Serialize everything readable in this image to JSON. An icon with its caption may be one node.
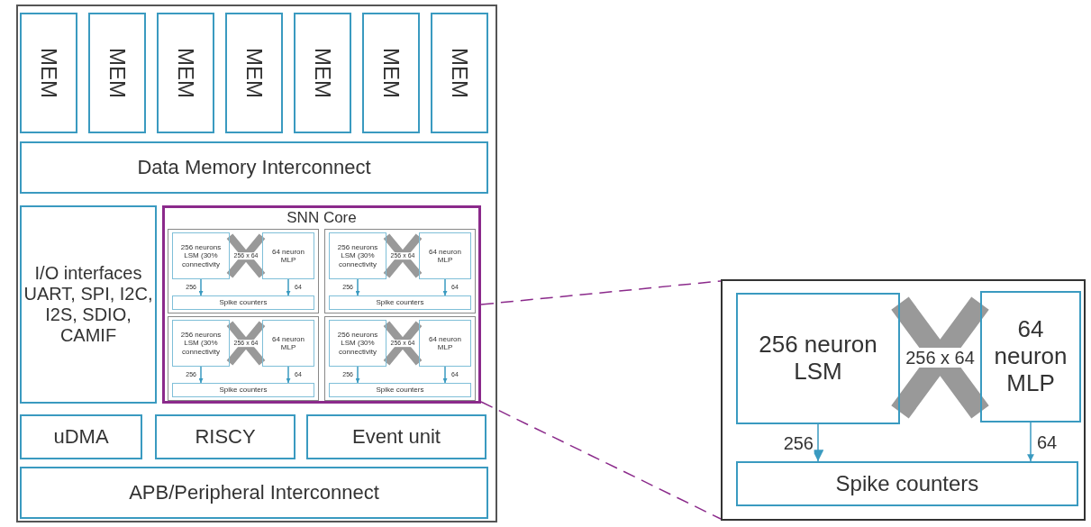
{
  "diagram": {
    "nodes": [
      {
        "text": [],
        "shape": "box"
      },
      {
        "text": [
          "MEM"
        ],
        "in": 0
      },
      {
        "text": [
          "MEM"
        ],
        "in": 0
      },
      {
        "text": [
          "MEM"
        ],
        "in": 0
      },
      {
        "text": [
          "MEM"
        ],
        "in": 0
      },
      {
        "text": [
          "MEM"
        ],
        "in": 0
      },
      {
        "text": [
          "MEM"
        ],
        "in": 0
      },
      {
        "text": [
          "MEM"
        ],
        "in": 0
      },
      {
        "text": [
          "Data Memory Interconnect"
        ],
        "in": 0
      },
      {
        "text": [
          "I/O interfaces UART, SPI, I2C, I2S, SDIO, CAMIF"
        ],
        "in": 0
      },
      {
        "text": [
          "SNN Core"
        ],
        "in": 0
      },
      {
        "text": [],
        "shape": "box",
        "in": 10
      },
      {
        "text": [
          "256 neurons LSM (30% connectivity"
        ],
        "in": 11
      },
      {
        "text": [
          "64 neuron MLP"
        ],
        "in": 11
      },
      {
        "text": [
          "Spike counters"
        ],
        "in": 11
      },
      {
        "text": [],
        "shape": "box",
        "in": 10
      },
      {
        "text": [
          "256 neurons LSM (30% connectivity"
        ],
        "in": 15
      },
      {
        "text": [
          "64 neuron MLP"
        ],
        "in": 15
      },
      {
        "text": [
          "Spike counters"
        ],
        "in": 15
      },
      {
        "text": [],
        "shape": "box",
        "in": 10
      },
      {
        "text": [
          "256 neurons LSM (30% connectivity"
        ],
        "in": 19
      },
      {
        "text": [
          "64 neuron MLP"
        ],
        "in": 19
      },
      {
        "text": [
          "Spike counters"
        ],
        "in": 19
      },
      {
        "text": [],
        "shape": "box",
        "in": 10
      },
      {
        "text": [
          "256 neurons LSM (30% connectivity"
        ],
        "in": 23
      },
      {
        "text": [
          "64 neuron MLP"
        ],
        "in": 23
      },
      {
        "text": [
          "Spike counters"
        ],
        "in": 23
      },
      {
        "text": [
          "uDMA"
        ],
        "in": 0
      },
      {
        "text": [
          "RISCY"
        ],
        "in": 0
      },
      {
        "text": [
          "Event unit"
        ],
        "in": 0
      },
      {
        "text": [
          "APB/Peripheral Interconnect"
        ],
        "in": 0
      },
      {
        "text": [],
        "shape": "box"
      },
      {
        "text": [
          "256 neuron LSM"
        ],
        "in": 31
      },
      {
        "text": [
          "64 neuron MLP"
        ],
        "in": 31
      },
      {
        "text": [
          "Spike counters"
        ],
        "in": 31
      }
    ],
    "edges": [
      {
        "from": 12,
        "to": 13,
        "arrow": "none",
        "label": "256 x 64",
        "style": "thick",
        "color": "#999999"
      },
      {
        "from": 12,
        "to": 14,
        "arrow": "to",
        "label": "256"
      },
      {
        "from": 13,
        "to": 14,
        "arrow": "to",
        "label": "64"
      },
      {
        "from": 16,
        "to": 17,
        "arrow": "none",
        "label": "256 x 64",
        "style": "thick",
        "color": "#999999"
      },
      {
        "from": 16,
        "to": 18,
        "arrow": "to",
        "label": "256"
      },
      {
        "from": 17,
        "to": 18,
        "arrow": "to",
        "label": "64"
      },
      {
        "from": 20,
        "to": 21,
        "arrow": "none",
        "label": "256 x 64",
        "style": "thick",
        "color": "#999999"
      },
      {
        "from": 20,
        "to": 22,
        "arrow": "to",
        "label": "256"
      },
      {
        "from": 21,
        "to": 22,
        "arrow": "to",
        "label": "64"
      },
      {
        "from": 24,
        "to": 25,
        "arrow": "none",
        "label": "256 x 64",
        "style": "thick",
        "color": "#999999"
      },
      {
        "from": 24,
        "to": 26,
        "arrow": "to",
        "label": "256"
      },
      {
        "from": 25,
        "to": 26,
        "arrow": "to",
        "label": "64"
      },
      {
        "from": 10,
        "to": 31,
        "arrow": "none",
        "style": "dashed",
        "color": "#8b2a8b"
      },
      {
        "from": 10,
        "to": 31,
        "arrow": "none",
        "style": "dashed",
        "color": "#8b2a8b"
      },
      {
        "from": 32,
        "to": 33,
        "arrow": "none",
        "label": "256 x 64",
        "style": "thick",
        "color": "#999999"
      },
      {
        "from": 32,
        "to": 34,
        "arrow": "to",
        "label": "256"
      },
      {
        "from": 33,
        "to": 34,
        "arrow": "to",
        "label": "64"
      }
    ]
  }
}
